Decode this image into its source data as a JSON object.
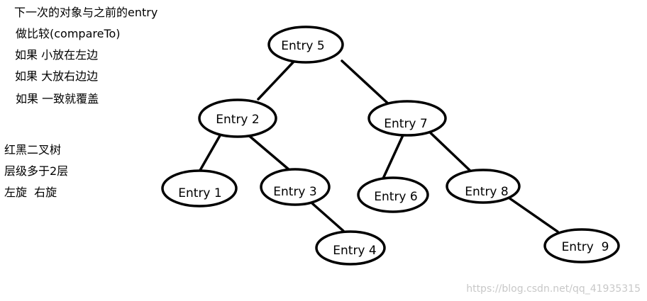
{
  "notes": {
    "insert_rules": [
      "下一次的对象与之前的entry",
      "做比较(compareTo)",
      "如果 小放在左边",
      "如果 大放右边边",
      "如果 一致就覆盖"
    ],
    "rb_tree": [
      "红黑二叉树",
      "层级多于2层",
      "左旋  右旋"
    ]
  },
  "tree": {
    "nodes": [
      {
        "id": "entry-5",
        "label": "Entry 5"
      },
      {
        "id": "entry-2",
        "label": "Entry 2"
      },
      {
        "id": "entry-7",
        "label": "Entry 7"
      },
      {
        "id": "entry-1",
        "label": "Entry 1"
      },
      {
        "id": "entry-3",
        "label": "Entry 3"
      },
      {
        "id": "entry-6",
        "label": "Entry 6"
      },
      {
        "id": "entry-8",
        "label": "Entry 8"
      },
      {
        "id": "entry-4",
        "label": "Entry 4"
      },
      {
        "id": "entry-9",
        "label": "Entry  9"
      }
    ],
    "edges": [
      {
        "from": "entry-5",
        "to": "entry-2"
      },
      {
        "from": "entry-5",
        "to": "entry-7"
      },
      {
        "from": "entry-2",
        "to": "entry-1"
      },
      {
        "from": "entry-2",
        "to": "entry-3"
      },
      {
        "from": "entry-3",
        "to": "entry-4"
      },
      {
        "from": "entry-7",
        "to": "entry-6"
      },
      {
        "from": "entry-7",
        "to": "entry-8"
      },
      {
        "from": "entry-8",
        "to": "entry-9"
      }
    ]
  },
  "watermark": "https://blog.csdn.net/qq_41935315"
}
